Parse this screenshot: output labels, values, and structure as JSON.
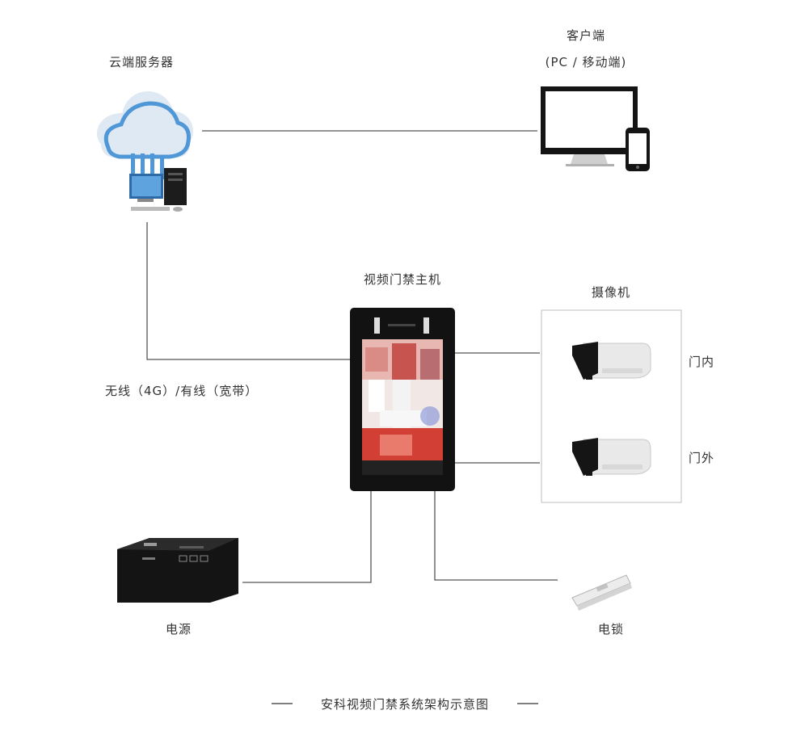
{
  "labels": {
    "cloud_server": "云端服务器",
    "client_line1": "客户端",
    "client_line2": "(PC / 移动端)",
    "host": "视频门禁主机",
    "camera": "摄像机",
    "inside": "门内",
    "outside": "门外",
    "network": "无线（4G）/有线（宽带）",
    "power": "电源",
    "lock": "电锁"
  },
  "caption": "安科视频门禁系统架构示意图",
  "caption_dash": "——",
  "colors": {
    "line": "#555555",
    "cloud_light": "#dfe9f3",
    "cloud_blue": "#4f97d6",
    "device_black": "#111111"
  }
}
